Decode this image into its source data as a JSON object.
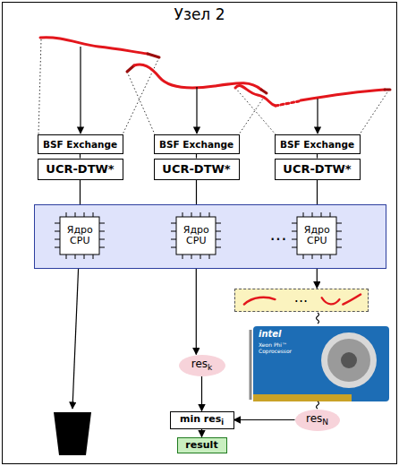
{
  "diagram": {
    "nodes": [
      {
        "text": [
          "Узел 2"
        ]
      },
      {
        "text": [
          "BSF Exchange"
        ],
        "in": 0
      },
      {
        "text": [
          "UCR-DTW*"
        ],
        "in": 0
      },
      {
        "text": [
          "BSF Exchange"
        ],
        "in": 0
      },
      {
        "text": [
          "UCR-DTW*"
        ],
        "in": 0
      },
      {
        "text": [
          "BSF Exchange"
        ],
        "in": 0
      },
      {
        "text": [
          "UCR-DTW*"
        ],
        "in": 0
      },
      {
        "text": [
          "..."
        ],
        "in": 0
      },
      {
        "text": [
          "Ядро CPU"
        ],
        "in": 7
      },
      {
        "text": [
          "Ядро CPU"
        ],
        "in": 7
      },
      {
        "text": [
          "Ядро CPU"
        ],
        "in": 7
      },
      {
        "text": [
          "..."
        ],
        "in": 0
      },
      {
        "text": [
          "res",
          "k"
        ],
        "in": 0
      },
      {
        "text": [
          "res",
          "N"
        ],
        "in": 0
      },
      {
        "text": [
          "min res",
          "i"
        ],
        "in": 0
      },
      {
        "text": [
          "result"
        ],
        "in": 0
      }
    ],
    "edges": [
      {
        "from": 1,
        "to": 2,
        "arrow": "none"
      },
      {
        "from": 3,
        "to": 4,
        "arrow": "none"
      },
      {
        "from": 5,
        "to": 6,
        "arrow": "none"
      },
      {
        "from": 2,
        "to": 8,
        "arrow": "to"
      },
      {
        "from": 4,
        "to": 9,
        "arrow": "to"
      },
      {
        "from": 6,
        "to": 10,
        "arrow": "to"
      },
      {
        "from": 9,
        "to": 12,
        "arrow": "to"
      },
      {
        "from": 10,
        "to": 11,
        "arrow": "to"
      },
      {
        "from": 12,
        "to": 14,
        "arrow": "to"
      },
      {
        "from": 13,
        "to": 14,
        "arrow": "to"
      },
      {
        "from": 14,
        "to": 15,
        "arrow": "to"
      }
    ],
    "labels": [
      "intel",
      "Xeon Phi™ Coprocessor"
    ]
  }
}
